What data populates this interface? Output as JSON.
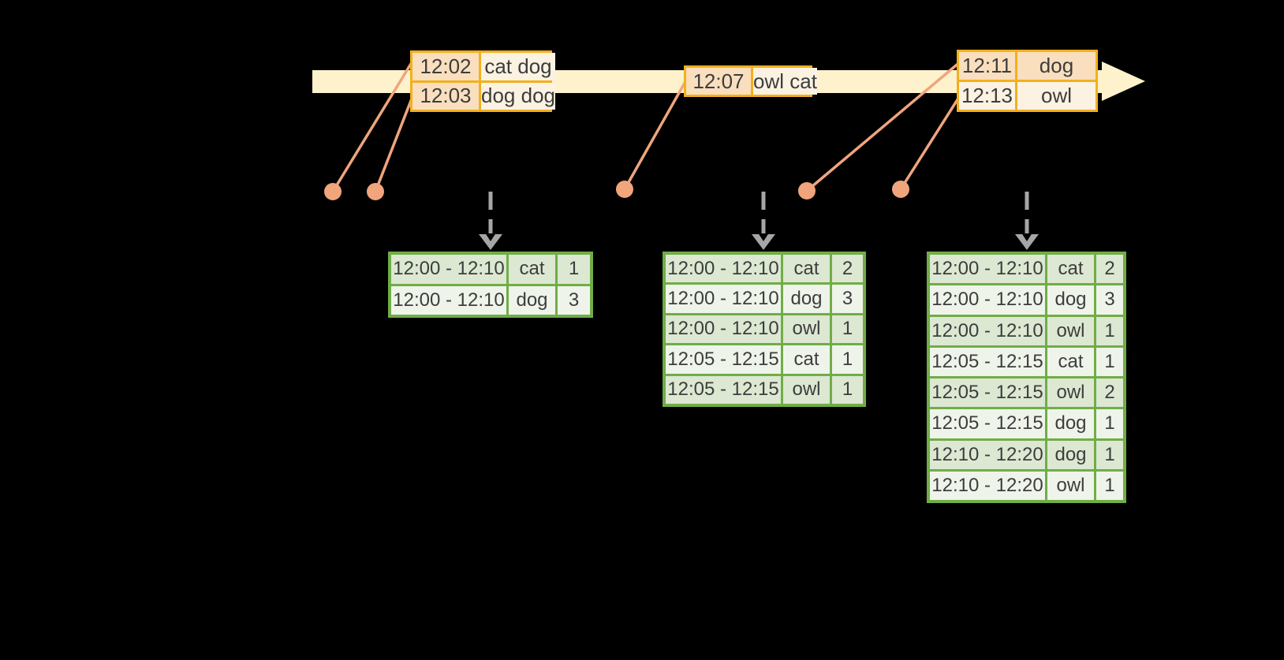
{
  "colors": {
    "background": "#000000",
    "timeline_fill": "#FDF2CC",
    "event_border": "#F2B01E",
    "event_cell_peach": "#FADFBE",
    "event_cell_cream": "#FCF2E2",
    "connector": "#F0A57C",
    "trigger_arrow": "#A6A6A6",
    "result_border": "#70AD47",
    "result_row_dark": "#DCE8D2",
    "result_row_light": "#EFF4EA",
    "cell_text": "#3D3D3D"
  },
  "icons": {
    "timeline": "right-arrow",
    "event_marker": "dot",
    "trigger": "dashed-down-arrow"
  },
  "event_tables": [
    {
      "rows": [
        {
          "time": "12:02",
          "words": "cat dog",
          "style": "split"
        },
        {
          "time": "12:03",
          "words": "dog dog",
          "style": "split"
        }
      ]
    },
    {
      "rows": [
        {
          "time": "12:07",
          "words": "owl cat",
          "style": "split"
        }
      ]
    },
    {
      "rows": [
        {
          "time": "12:11",
          "words": "dog",
          "style": "peach"
        },
        {
          "time": "12:13",
          "words": "owl",
          "style": "cream"
        }
      ]
    }
  ],
  "result_tables": [
    {
      "rows": [
        {
          "window": "12:00 - 12:10",
          "word": "cat",
          "count": 1
        },
        {
          "window": "12:00 - 12:10",
          "word": "dog",
          "count": 3
        }
      ]
    },
    {
      "rows": [
        {
          "window": "12:00 - 12:10",
          "word": "cat",
          "count": 2
        },
        {
          "window": "12:00 - 12:10",
          "word": "dog",
          "count": 3
        },
        {
          "window": "12:00 - 12:10",
          "word": "owl",
          "count": 1
        },
        {
          "window": "12:05 - 12:15",
          "word": "cat",
          "count": 1
        },
        {
          "window": "12:05 - 12:15",
          "word": "owl",
          "count": 1
        }
      ]
    },
    {
      "rows": [
        {
          "window": "12:00 - 12:10",
          "word": "cat",
          "count": 2
        },
        {
          "window": "12:00 - 12:10",
          "word": "dog",
          "count": 3
        },
        {
          "window": "12:00 - 12:10",
          "word": "owl",
          "count": 1
        },
        {
          "window": "12:05 - 12:15",
          "word": "cat",
          "count": 1
        },
        {
          "window": "12:05 - 12:15",
          "word": "owl",
          "count": 2
        },
        {
          "window": "12:05 - 12:15",
          "word": "dog",
          "count": 1
        },
        {
          "window": "12:10 - 12:20",
          "word": "dog",
          "count": 1
        },
        {
          "window": "12:10 - 12:20",
          "word": "owl",
          "count": 1
        }
      ]
    }
  ]
}
